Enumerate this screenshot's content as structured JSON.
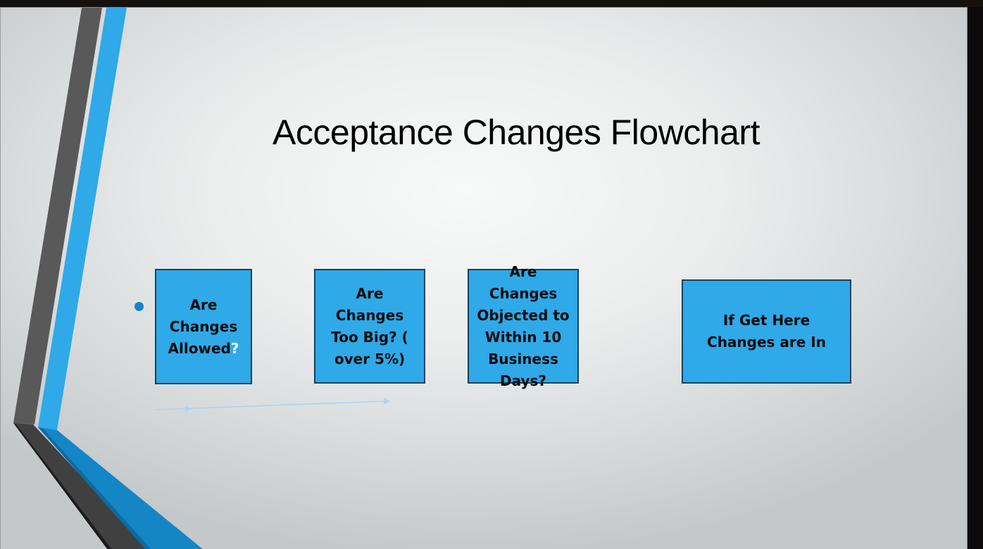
{
  "slide": {
    "title": "Acceptance Changes Flowchart",
    "background_colors": {
      "center": "#f8f9f9",
      "edge": "#c4c8c9"
    },
    "accent_colors": {
      "blue_stripe": "#2fa9e8",
      "dark_blue_stripe": "#1486c6",
      "gray_stripe": "#595959",
      "dark_gray_stripe": "#404040"
    }
  },
  "flowchart": {
    "bullet_color": "#1486c6",
    "box_fill": "#2fa9e8",
    "box_border": "#16415f",
    "nodes": [
      {
        "id": "step1",
        "label_main": "Are Changes Allowed",
        "label_suffix": "?"
      },
      {
        "id": "step2",
        "label": "Are Changes Too Big?  ( over 5%)"
      },
      {
        "id": "step3",
        "label": "Are Changes Objected to Within 10 Business Days?"
      },
      {
        "id": "step4",
        "label": "If Get Here Changes are In"
      }
    ],
    "connector": {
      "color": "#a9d4f5",
      "from": "step1",
      "to": "step2"
    }
  }
}
